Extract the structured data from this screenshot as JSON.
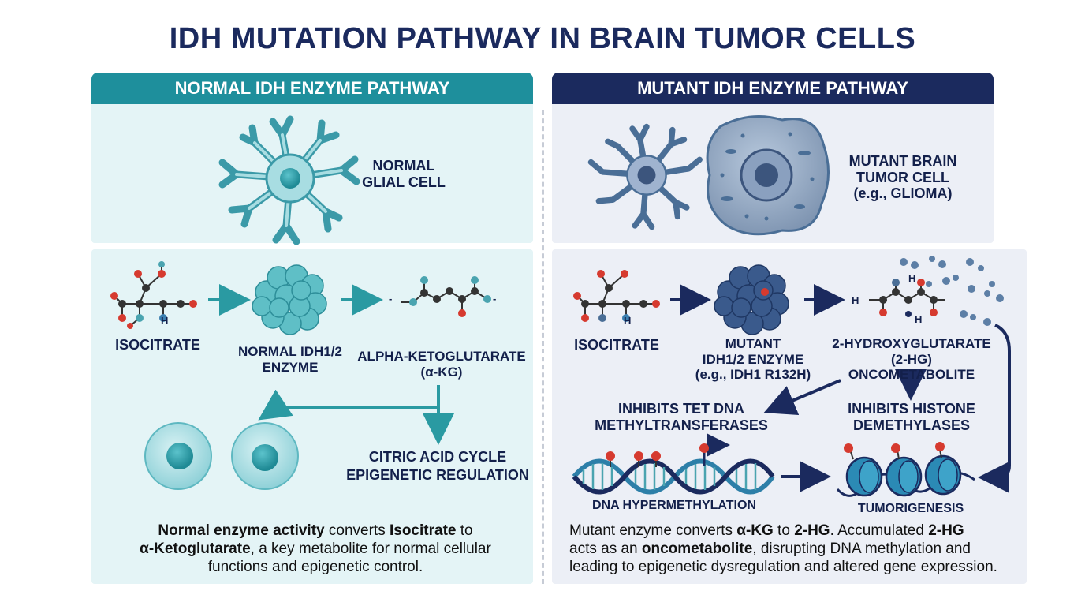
{
  "title": "IDH MUTATION PATHWAY IN BRAIN TUMOR CELLS",
  "colors": {
    "teal_header": "#1e8f9c",
    "navy_header": "#1b2a5e",
    "teal_bg": "#e4f4f6",
    "navy_bg": "#eceff6",
    "arrow_teal": "#2a9aa2",
    "arrow_navy": "#1b2a5e",
    "methyl_red": "#d63a2f"
  },
  "normal": {
    "header": "NORMAL IDH ENZYME PATHWAY",
    "cell_label": [
      "NORMAL",
      "GLIAL CELL"
    ],
    "isocitrate": "ISOCITRATE",
    "enzyme": [
      "NORMAL IDH1/2",
      "ENZYME"
    ],
    "product": [
      "ALPHA-KETOGLUTARATE",
      "(α-KG)"
    ],
    "outcome": [
      "CITRIC ACID CYCLE",
      "EPIGENETIC REGULATION"
    ],
    "description": {
      "bold1": "Normal enzyme activity",
      "text1": " converts ",
      "bold2": "Isocitrate",
      "text2": " to",
      "bold3": "α-Ketoglutarate",
      "text3": ", a key metabolite for normal cellular",
      "text4": "functions and epigenetic control."
    }
  },
  "mutant": {
    "header": "MUTANT IDH ENZYME PATHWAY",
    "cell_label": [
      "MUTANT BRAIN",
      "TUMOR CELL",
      "(e.g., GLIOMA)"
    ],
    "isocitrate": "ISOCITRATE",
    "enzyme": [
      "MUTANT",
      "IDH1/2 ENZYME",
      "(e.g., IDH1 R132H)"
    ],
    "product": [
      "2-HYDROXYGLUTARATE",
      "(2-HG)",
      "ONCOMETABOLITE"
    ],
    "inhibit_tet": [
      "INHIBITS TET DNA",
      "METHYLTRANSFERASES"
    ],
    "inhibit_histone": [
      "INHIBITS HISTONE",
      "DEMETHYLASES"
    ],
    "dna_label": "DNA HYPERMETHYLATION",
    "tumor_label": "TUMORIGENESIS",
    "description": {
      "t1": "Mutant enzyme converts ",
      "b1": "α-KG",
      "t2": " to ",
      "b2": "2-HG",
      "t3": ". Accumulated ",
      "b3": "2-HG",
      "line2a": "acts as an ",
      "b4": "oncometabolite",
      "line2b": ", disrupting DNA methylation and",
      "line3": "leading to epigenetic dysregulation and altered gene expression."
    }
  },
  "chem": {
    "oh": "H",
    "ho": "H",
    "o_minus": "-"
  }
}
